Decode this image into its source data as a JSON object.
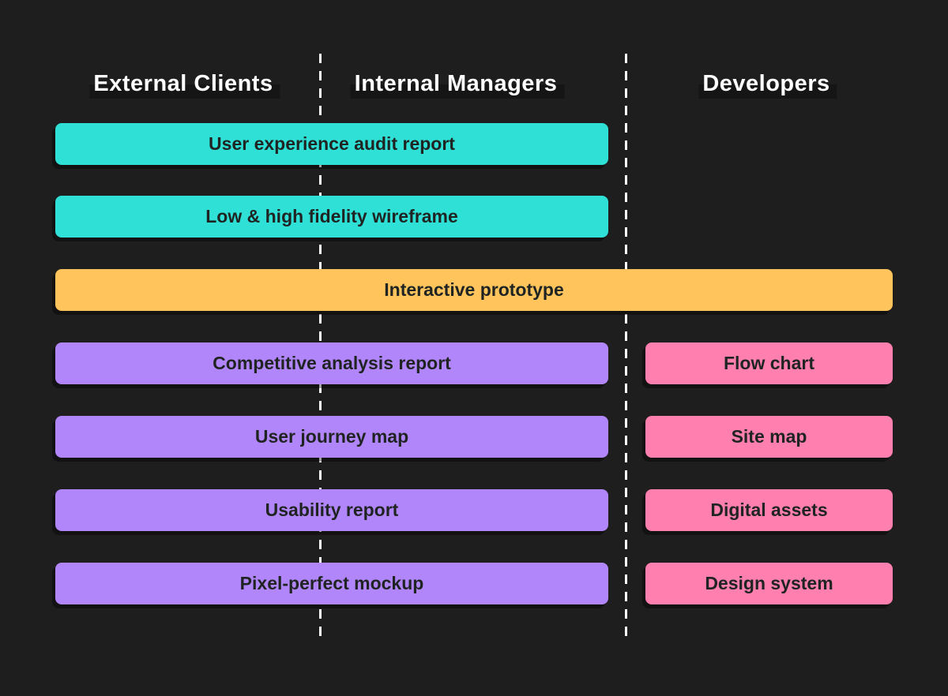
{
  "diagram": {
    "columns": [
      {
        "label": "External Clients"
      },
      {
        "label": "Internal Managers"
      },
      {
        "label": "Developers"
      }
    ],
    "bars": [
      {
        "label": "User experience audit report",
        "color": "teal",
        "audience": "External Clients + Internal Managers"
      },
      {
        "label": "Low & high fidelity wireframe",
        "color": "teal",
        "audience": "External Clients + Internal Managers"
      },
      {
        "label": "Interactive prototype",
        "color": "orange",
        "audience": "External Clients + Internal Managers + Developers"
      },
      {
        "label": "Competitive analysis report",
        "color": "purple",
        "audience": "External Clients + Internal Managers"
      },
      {
        "label": "Flow chart",
        "color": "pink",
        "audience": "Developers"
      },
      {
        "label": "User journey map",
        "color": "purple",
        "audience": "External Clients + Internal Managers"
      },
      {
        "label": "Site map",
        "color": "pink",
        "audience": "Developers"
      },
      {
        "label": "Usability report",
        "color": "purple",
        "audience": "External Clients + Internal Managers"
      },
      {
        "label": "Digital assets",
        "color": "pink",
        "audience": "Developers"
      },
      {
        "label": "Pixel-perfect mockup",
        "color": "purple",
        "audience": "External Clients + Internal Managers"
      },
      {
        "label": "Design system",
        "color": "pink",
        "audience": "Developers"
      }
    ],
    "colors": {
      "teal": "#2ee0d6",
      "orange": "#ffc55c",
      "purple": "#b286fb",
      "pink": "#ff7fae",
      "background": "#1f1e1e",
      "bar_text": "#1f2422",
      "header_text": "#ffffff",
      "divider": "#ffffff"
    }
  }
}
